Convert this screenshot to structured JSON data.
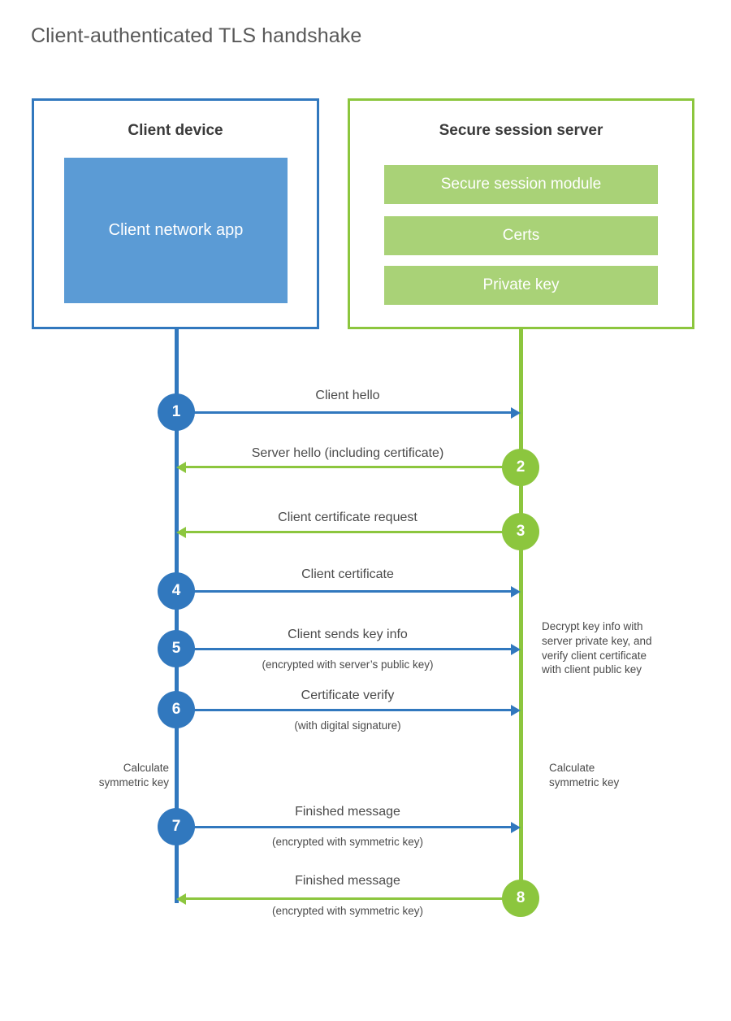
{
  "diagram": {
    "title": "Client-authenticated TLS handshake",
    "type": "sequence",
    "colors": {
      "client_blue": "#3178be",
      "client_app_fill": "#5b9bd5",
      "server_green": "#8cc63e",
      "server_bar_fill": "#a9d277",
      "text": "#4a4a4a",
      "title_text": "#595959",
      "background": "#ffffff"
    }
  },
  "actors": {
    "client": {
      "title": "Client device",
      "components": [
        {
          "label": "Client network app"
        }
      ]
    },
    "server": {
      "title": "Secure session server",
      "components": [
        {
          "label": "Secure session module"
        },
        {
          "label": "Certs"
        },
        {
          "label": "Private key"
        }
      ]
    }
  },
  "steps": [
    {
      "number": "1",
      "label": "Client hello",
      "sublabel": "",
      "direction": "client-to-server",
      "color": "blue"
    },
    {
      "number": "2",
      "label": "Server hello (including certificate)",
      "sublabel": "",
      "direction": "server-to-client",
      "color": "green"
    },
    {
      "number": "3",
      "label": "Client certificate request",
      "sublabel": "",
      "direction": "server-to-client",
      "color": "green"
    },
    {
      "number": "4",
      "label": "Client certificate",
      "sublabel": "",
      "direction": "client-to-server",
      "color": "blue"
    },
    {
      "number": "5",
      "label": "Client sends key info",
      "sublabel": "(encrypted with server’s public key)",
      "direction": "client-to-server",
      "color": "blue"
    },
    {
      "number": "6",
      "label": "Certificate verify",
      "sublabel": "(with digital signature)",
      "direction": "client-to-server",
      "color": "blue"
    },
    {
      "number": "7",
      "label": "Finished message",
      "sublabel": "(encrypted with symmetric key)",
      "direction": "client-to-server",
      "color": "blue"
    },
    {
      "number": "8",
      "label": "Finished message",
      "sublabel": "(encrypted with symmetric key)",
      "direction": "server-to-client",
      "color": "green"
    }
  ],
  "notes": {
    "server_decrypt": {
      "lines": [
        "Decrypt key info with",
        "server private key, and",
        "verify client certificate",
        "with client public key"
      ]
    },
    "client_calculate": {
      "lines": [
        "Calculate",
        "symmetric key"
      ]
    },
    "server_calculate": {
      "lines": [
        "Calculate",
        "symmetric key"
      ]
    }
  }
}
